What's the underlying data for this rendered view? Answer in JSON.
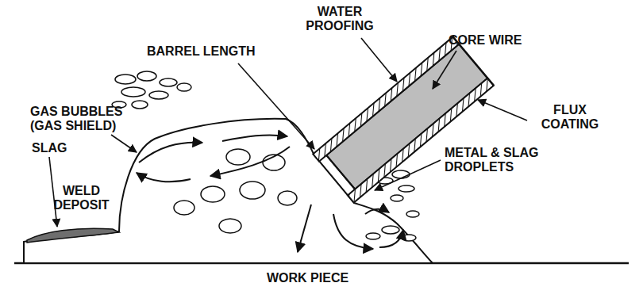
{
  "diagram": {
    "labels": [
      "WATER PROOFING",
      "CORE WIRE",
      "BARREL LENGTH",
      "GAS BUBBLES (GAS SHIELD)",
      "SLAG",
      "FLUX COATING",
      "WELD DEPOSIT",
      "METAL & SLAG DROPLETS",
      "WORK PIECE"
    ]
  }
}
